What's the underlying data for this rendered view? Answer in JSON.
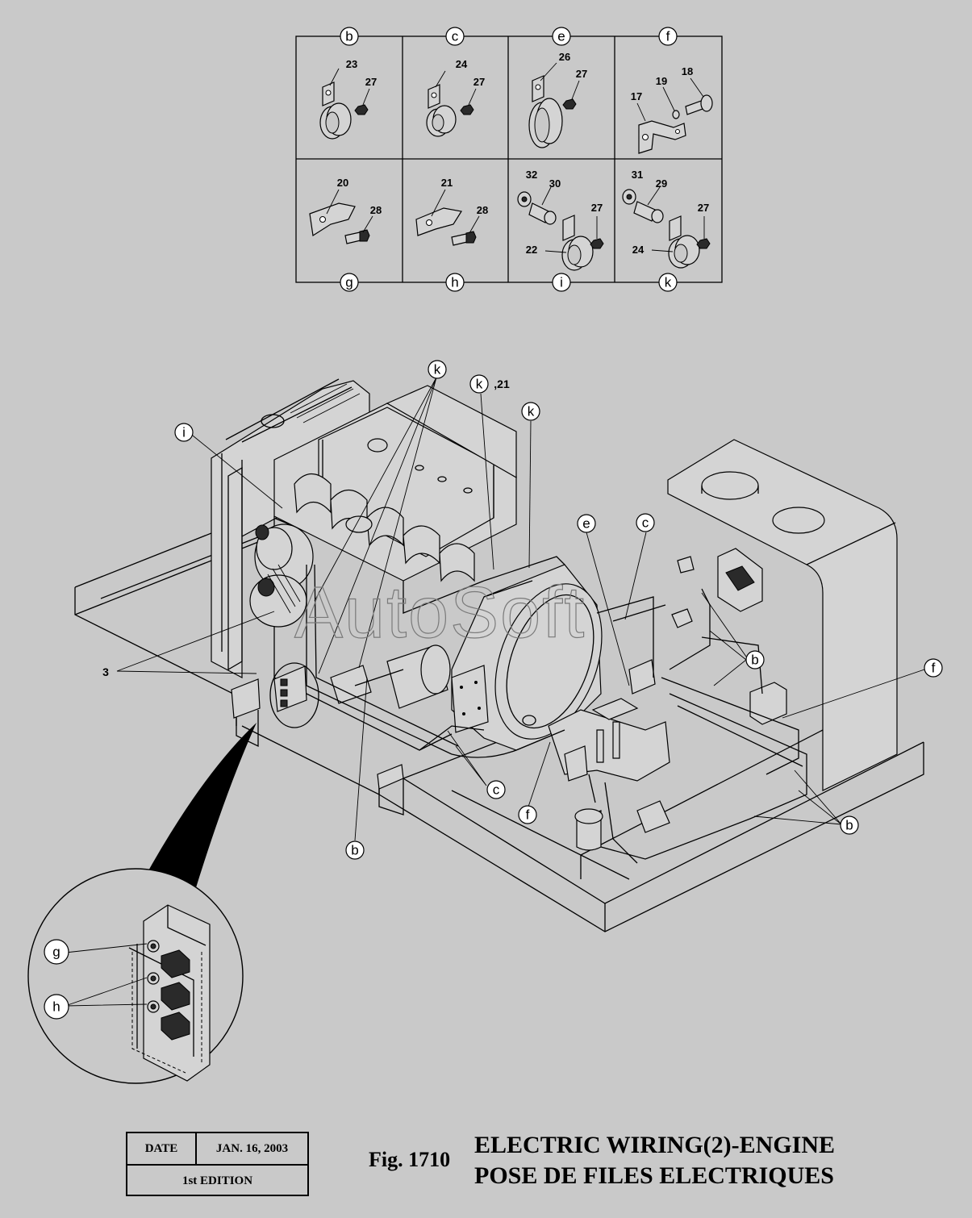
{
  "detail_grid": {
    "top_labels": [
      "b",
      "c",
      "e",
      "f"
    ],
    "bottom_labels": [
      "g",
      "h",
      "i",
      "k"
    ],
    "cells": {
      "b": [
        "23",
        "27"
      ],
      "c": [
        "24",
        "27"
      ],
      "e": [
        "26",
        "27"
      ],
      "f": [
        "17",
        "19",
        "18"
      ],
      "g": [
        "20",
        "28"
      ],
      "h": [
        "21",
        "28"
      ],
      "i": [
        "32",
        "30",
        "27",
        "22"
      ],
      "k": [
        "31",
        "29",
        "27",
        "24"
      ]
    }
  },
  "main_callouts": {
    "i": "i",
    "k1": "k",
    "k2": "k",
    "k3": "k",
    "k2_suffix": ",21",
    "e": "e",
    "c_top": "c",
    "c_bottom": "c",
    "b_right_upper": "b",
    "b_right_lower": "b",
    "b_bottom": "b",
    "f_right": "f",
    "f_bottom": "f",
    "ref_3": "3"
  },
  "inset_callouts": {
    "g": "g",
    "h": "h"
  },
  "watermark": "AutoSoft",
  "stamp": {
    "date_label": "DATE",
    "date_value": "JAN. 16, 2003",
    "edition": "1st EDITION"
  },
  "figure": {
    "number": "Fig. 1710",
    "title_en": "ELECTRIC WIRING(2)-ENGINE",
    "title_fr": "POSE DE FILES ELECTRIQUES"
  }
}
